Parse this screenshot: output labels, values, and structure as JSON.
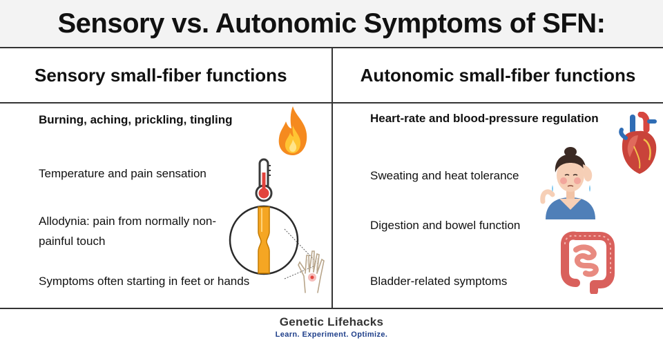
{
  "title": "Sensory vs. Autonomic Symptoms of SFN:",
  "left": {
    "header": "Sensory small-fiber functions",
    "items": [
      "Burning, aching, prickling, tingling",
      "Temperature and pain sensation",
      "Allodynia: pain from normally non-",
      "painful touch",
      "Symptoms often starting in feet or hands"
    ]
  },
  "right": {
    "header": "Autonomic small-fiber functions",
    "items": [
      "Heart-rate and blood-pressure regulation",
      "Sweating and heat tolerance",
      "Digestion and bowel function",
      "Bladder-related symptoms"
    ]
  },
  "footer": {
    "brand": "Genetic Lifehacks",
    "tagline": "Learn. Experiment. Optimize."
  },
  "colors": {
    "accent_flame": "#f58a1f",
    "thermometer_red": "#e2433c",
    "nerve_orange": "#f5a623",
    "tagline_blue": "#1f3f8a"
  },
  "icons": [
    "flame-icon",
    "thermometer-icon",
    "nerve-fiber-icon",
    "hand-icon",
    "heart-icon",
    "sweating-person-icon",
    "intestines-icon"
  ]
}
